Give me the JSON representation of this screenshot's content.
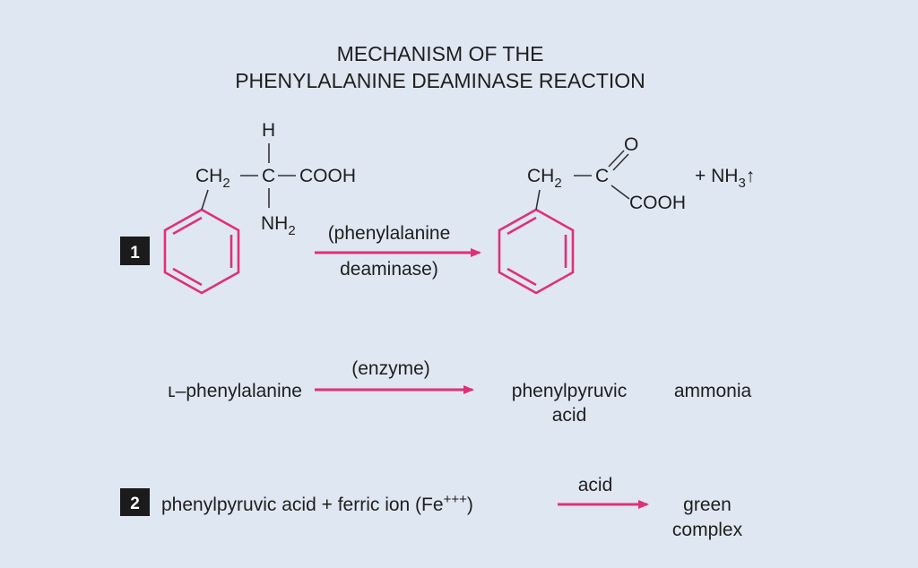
{
  "title": {
    "line1": "MECHANISM OF THE",
    "line2": "PHENYLALANINE DEAMINASE REACTION"
  },
  "step1": {
    "number": "1",
    "reactant": {
      "h": "H",
      "ch2": "CH",
      "ch2_sub": "2",
      "c": "C",
      "cooh": "COOH",
      "nh2": "NH",
      "nh2_sub": "2"
    },
    "enzyme_line1": "(phenylalanine",
    "enzyme_line2": "deaminase)",
    "product": {
      "ch2": "CH",
      "ch2_sub": "2",
      "c": "C",
      "o": "O",
      "cooh": "COOH"
    },
    "ammonia": {
      "prefix": "+ NH",
      "sub": "3",
      "arrow": "↑"
    }
  },
  "word_equation": {
    "reactant": "ʟ–phenylalanine",
    "enzyme": "(enzyme)",
    "product_line1": "phenylpyruvic",
    "product_line2": "acid",
    "byproduct": "ammonia"
  },
  "step2": {
    "number": "2",
    "reactants": "phenylpyruvic acid + ferric ion (Fe",
    "superscript": "+++",
    "close": ")",
    "catalyst": "acid",
    "product_line1": "green",
    "product_line2": "complex"
  },
  "colors": {
    "background": "#dfe7f2",
    "accent_magenta": "#e0307a",
    "text": "#1e1e1e"
  }
}
